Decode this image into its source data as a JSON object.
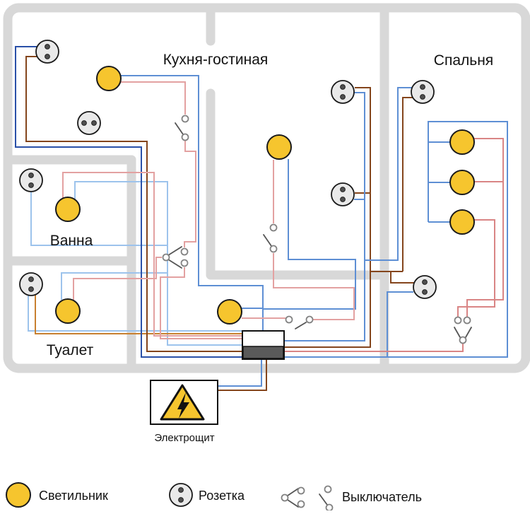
{
  "rooms": {
    "kitchen_living": "Кухня-гостиная",
    "bedroom": "Спальня",
    "bath": "Ванна",
    "toilet": "Туалет"
  },
  "panel": {
    "label": "Электрощит"
  },
  "legend": {
    "light": "Светильник",
    "socket": "Розетка",
    "switch": "Выключатель"
  },
  "colors": {
    "wall": "#d8d8d8",
    "light_fill": "#f6c52e",
    "socket_fill": "#e9e9e9",
    "wire_lightblue": "#9dc3ec",
    "wire_blue": "#5e8fd4",
    "wire_navy": "#2a50a8",
    "wire_pink": "#e3a1a1",
    "wire_red": "#d98585",
    "wire_brown": "#84451c",
    "wire_orange": "#c8802f"
  },
  "inventory": {
    "lights": 8,
    "sockets": 8,
    "switches": 5
  }
}
